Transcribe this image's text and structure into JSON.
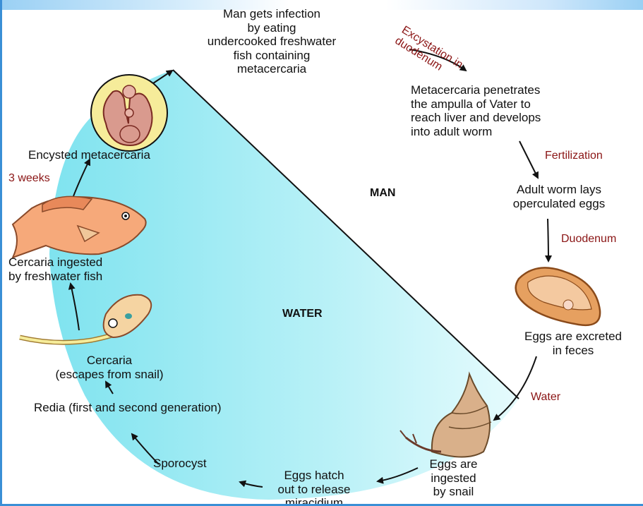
{
  "labels": {
    "infection": "Man gets infection\nby eating\nundercooked freshwater\nfish containing\nmetacercaria",
    "excystation": "Excystation in\nduodenum",
    "penetrates": "Metacercaria penetrates\nthe ampulla of Vater to\nreach liver and develops\ninto adult worm",
    "fertilization": "Fertilization",
    "lays_eggs": "Adult worm lays\noperculated eggs",
    "duodenum": "Duodenum",
    "excreted": "Eggs are excreted\nin feces",
    "water_step": "Water",
    "ingested_snail": "Eggs are\ningested\nby snail",
    "hatch": "Eggs hatch\nout to release\nmiracidium",
    "sporocyst": "Sporocyst",
    "redia": "Redia (first and second generation)",
    "cercaria": "Cercaria\n(escapes from snail)",
    "cercaria_fish": "Cercaria ingested\nby freshwater fish",
    "three_weeks": "3 weeks",
    "encysted": "Encysted metacercaria",
    "man_zone": "MAN",
    "water_zone": "WATER"
  },
  "colors": {
    "water_fill": "#a9eef6",
    "frame": "#3a8fd6",
    "red_text": "#8a1414",
    "arrow": "#111111"
  },
  "icons": [
    "metacercaria-icon",
    "fish-icon",
    "cercaria-icon",
    "egg-icon",
    "snail-icon"
  ]
}
